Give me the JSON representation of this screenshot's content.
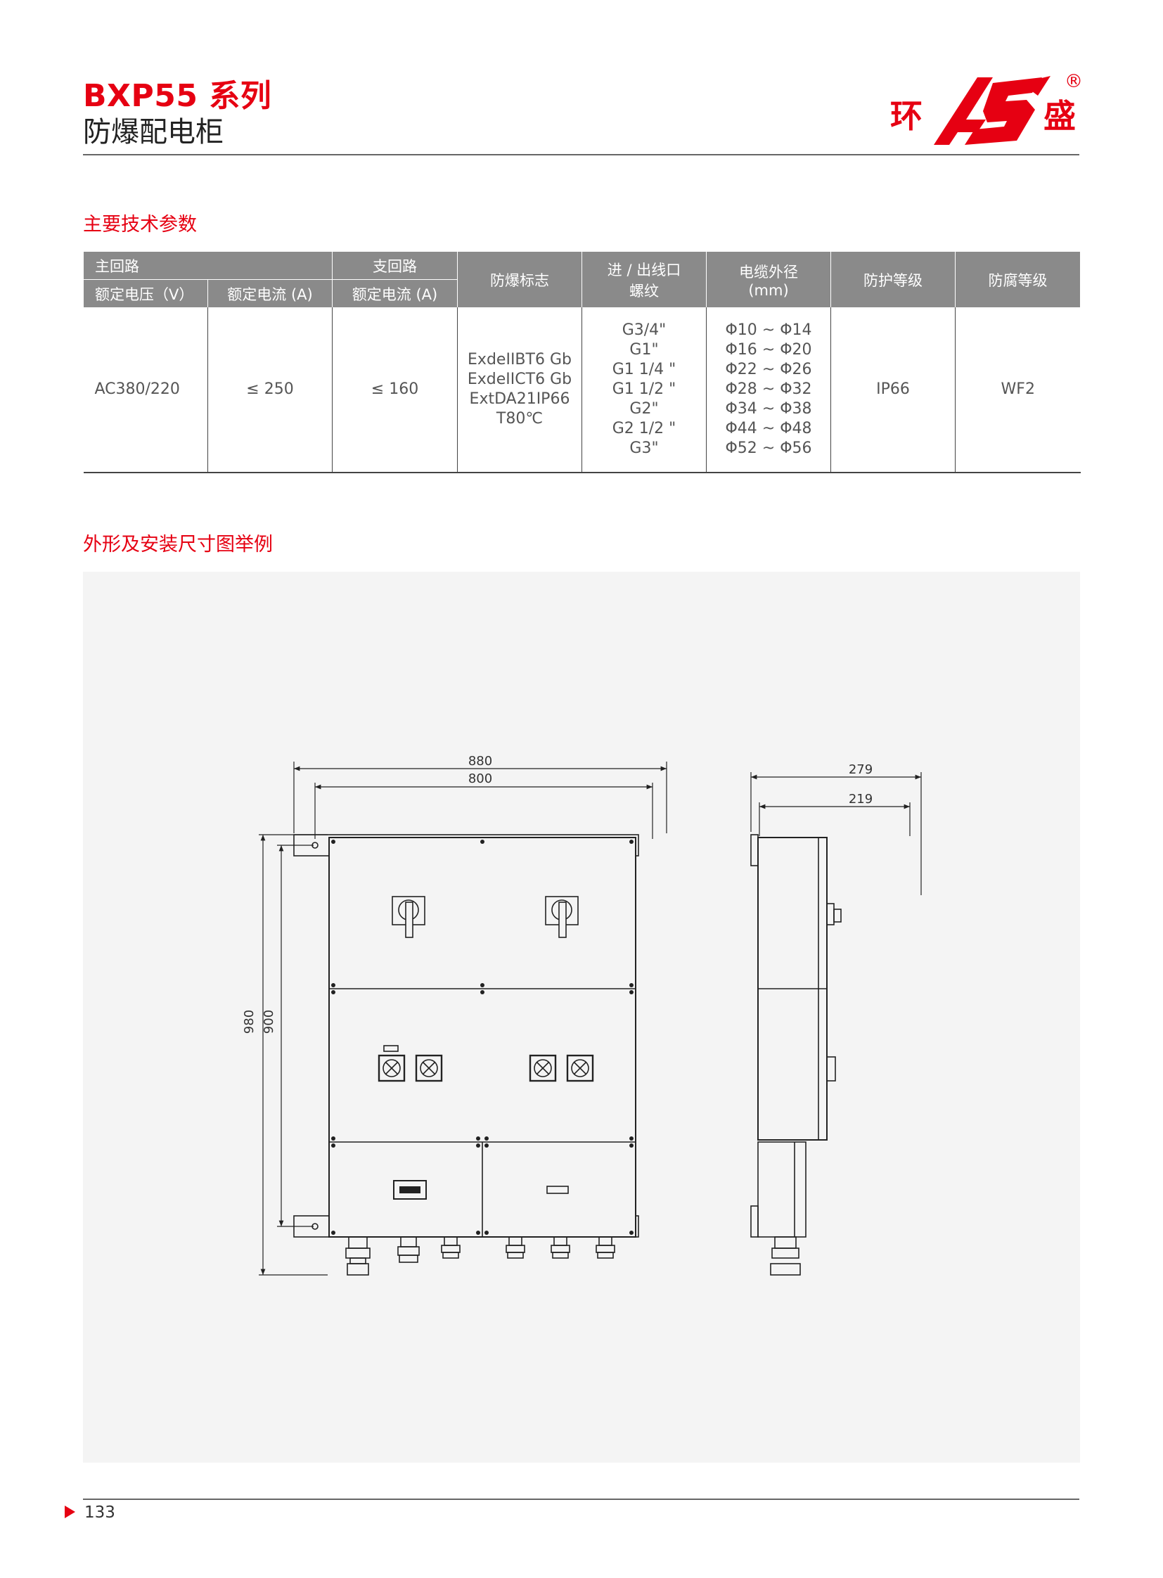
{
  "header": {
    "series": "BXP55 系列",
    "product": "防爆配电柜",
    "logo": {
      "left_char": "环",
      "right_char": "盛",
      "registered": "®",
      "brand_color": "#e60012"
    }
  },
  "section1": {
    "title": "主要技术参数"
  },
  "spec_table": {
    "group_main": "主回路",
    "group_branch": "支回路",
    "col_voltage": "额定电压（V）",
    "col_main_current": "额定电流 (A)",
    "col_branch_current": "额定电流 (A)",
    "col_ex_mark": "防爆标志",
    "col_thread": [
      "进 / 出线口",
      "螺纹"
    ],
    "col_cable": [
      "电缆外径",
      "(mm)"
    ],
    "col_ip": "防护等级",
    "col_corrosion": "防腐等级",
    "row": {
      "voltage": "AC380/220",
      "main_current": "≤ 250",
      "branch_current": "≤ 160",
      "ex_marks": [
        "ExdeIIBT6 Gb",
        "ExdeIICT6 Gb",
        "ExtDA21IP66",
        "T80℃"
      ],
      "threads": [
        "G3/4\"",
        "G1\"",
        "G1 1/4 \"",
        "G1 1/2 \"",
        "G2\"",
        "G2 1/2 \"",
        "G3\""
      ],
      "cables": [
        "Φ10 ~ Φ14",
        "Φ16 ~ Φ20",
        "Φ22 ~ Φ26",
        "Φ28 ~ Φ32",
        "Φ34 ~ Φ38",
        "Φ44 ~ Φ48",
        "Φ52 ~ Φ56"
      ],
      "ip": "IP66",
      "corrosion": "WF2"
    }
  },
  "section2": {
    "title": "外形及安装尺寸图举例"
  },
  "drawing": {
    "front_width_outer": "880",
    "front_width_inner": "800",
    "front_height_outer": "980",
    "front_height_inner": "900",
    "side_depth_outer": "279",
    "side_depth_inner": "219"
  },
  "footer": {
    "page_number": "133"
  }
}
